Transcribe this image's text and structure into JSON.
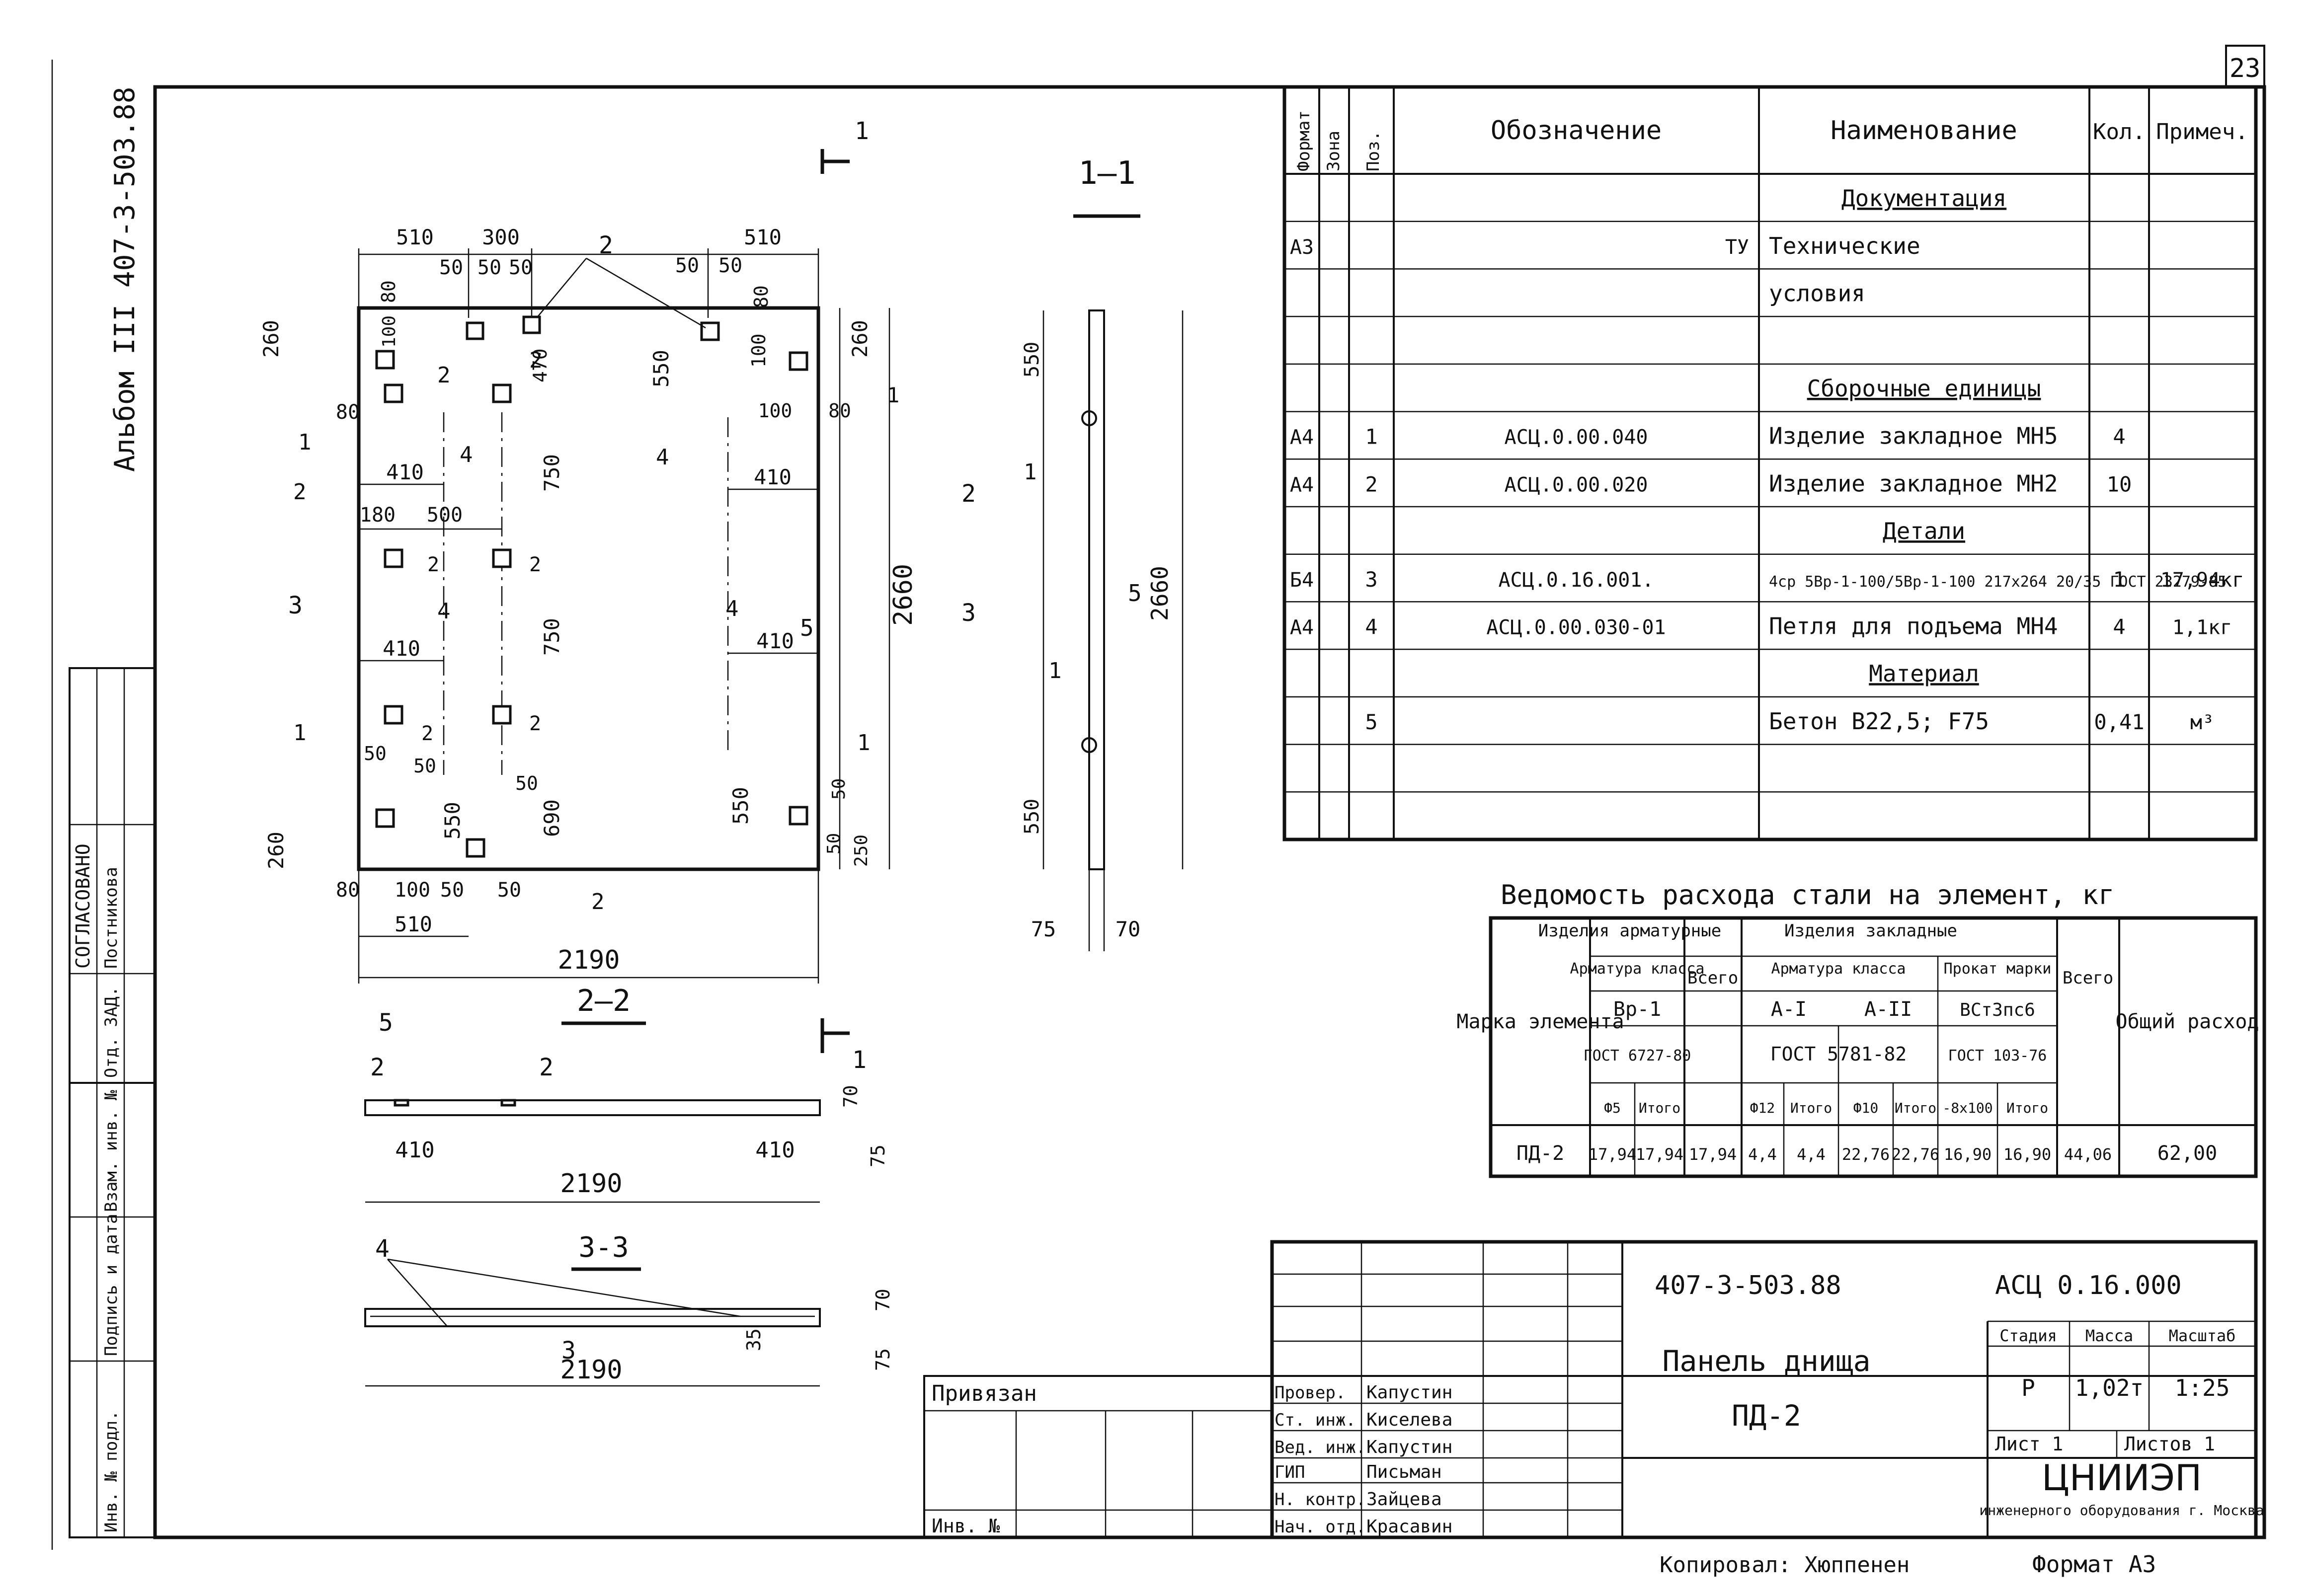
{
  "sheet_number": "23",
  "album_label": "Альбом III 407-3-503.88",
  "left_strip": {
    "agreed": "СОГЛАСОВАНО",
    "postnikova": "Постникова",
    "dept": "Отд. ЗАД.",
    "inv_orig": "Инв. № подл.",
    "sign_date": "Подпись и дата",
    "vzam": "Взам. инв. №"
  },
  "spec_table": {
    "headers": [
      "Формат",
      "Зона",
      "Поз.",
      "Обозначение",
      "Наименование",
      "Кол.",
      "Примеч."
    ],
    "rows": [
      {
        "format": "",
        "pos": "",
        "designation": "",
        "name": "Документация",
        "qty": "",
        "note": "",
        "section": true
      },
      {
        "format": "А3",
        "pos": "",
        "designation": "ТУ",
        "name": "Технические",
        "qty": "",
        "note": ""
      },
      {
        "format": "",
        "pos": "",
        "designation": "",
        "name": "условия",
        "qty": "",
        "note": ""
      },
      {
        "format": "",
        "pos": "",
        "designation": "",
        "name": "",
        "qty": "",
        "note": ""
      },
      {
        "format": "",
        "pos": "",
        "designation": "",
        "name": "Сборочные единицы",
        "qty": "",
        "note": "",
        "section": true
      },
      {
        "format": "А4",
        "pos": "1",
        "designation": "АСЦ.0.00.040",
        "name": "Изделие закладное МН5",
        "qty": "4",
        "note": ""
      },
      {
        "format": "А4",
        "pos": "2",
        "designation": "АСЦ.0.00.020",
        "name": "Изделие закладное МН2",
        "qty": "10",
        "note": ""
      },
      {
        "format": "",
        "pos": "",
        "designation": "",
        "name": "Детали",
        "qty": "",
        "note": "",
        "section": true
      },
      {
        "format": "Б4",
        "pos": "3",
        "designation": "АСЦ.0.16.001.",
        "name": "4ср 5Вр-1-100/5Вр-1-100 217x264 20/35 ГОСТ 23279-85",
        "qty": "1",
        "note": "17,94кг"
      },
      {
        "format": "А4",
        "pos": "4",
        "designation": "АСЦ.0.00.030-01",
        "name": "Петля для подъема МН4",
        "qty": "4",
        "note": "1,1кг"
      },
      {
        "format": "",
        "pos": "",
        "designation": "",
        "name": "Материал",
        "qty": "",
        "note": "",
        "section": true
      },
      {
        "format": "",
        "pos": "5",
        "designation": "",
        "name": "Бетон В22,5; F75",
        "qty": "0,41",
        "note": "м³"
      },
      {
        "format": "",
        "pos": "",
        "designation": "",
        "name": "",
        "qty": "",
        "note": ""
      },
      {
        "format": "",
        "pos": "",
        "designation": "",
        "name": "",
        "qty": "",
        "note": ""
      }
    ]
  },
  "steel_table": {
    "title": "Ведомость расхода стали на элемент, кг",
    "mark_header": "Марка элемента",
    "group1": "Изделия арматурные",
    "group2": "Изделия закладные",
    "arm_class": "Арматура класса",
    "arm_class2": "Арматура класса",
    "prokat": "Прокат марки",
    "vsego": "Всего",
    "vsego2": "Всего",
    "total_header": "Общий расход",
    "vr1": "Вр-1",
    "a1": "А-I",
    "a2": "А-II",
    "vst": "ВСт3пс6",
    "gost1": "ГОСТ 6727-80",
    "gost2": "ГОСТ 5781-82",
    "gost3": "ГОСТ 103-76",
    "sub": [
      "Ф5",
      "Итого",
      "Ф12",
      "Итого",
      "Ф10",
      "Итого",
      "-8x100",
      "Итого"
    ],
    "row": {
      "mark": "ПД-2",
      "values": [
        "17,94",
        "17,94",
        "17,94",
        "4,4",
        "4,4",
        "22,76",
        "22,76",
        "16,90",
        "16,90",
        "44,06",
        "62,00"
      ]
    }
  },
  "title_block": {
    "doc_code": "407-3-503.88",
    "asc_code": "АСЦ 0.16.000",
    "title_line1": "Панель днища",
    "title_line2": "ПД-2",
    "stage_h": "Стадия",
    "mass_h": "Масса",
    "scale_h": "Масштаб",
    "stage": "Р",
    "mass": "1,02т",
    "scale": "1:25",
    "sheet_lbl": "Лист 1",
    "sheets_lbl": "Листов 1",
    "org": "ЦНИИЭП",
    "org_sub": "инженерного оборудования г. Москва",
    "privyazan": "Привязан",
    "inv_no": "Инв. №",
    "roles": [
      "Провер.",
      "Ст. инж.",
      "Вед. инж.",
      "ГИП",
      "Н. контр.",
      "Нач. отд."
    ],
    "names": [
      "Капустин",
      "Киселева",
      "Капустин",
      "Письман",
      "Зайцева",
      "Красавин"
    ],
    "copied": "Копировал: Хюппенен",
    "format": "Формат А3"
  },
  "views": {
    "section_1_1": "1—1",
    "section_2_2": "2—2",
    "section_3_3": "3-3",
    "cut1": "1",
    "cut2": "2",
    "cut3": "3"
  },
  "dims": {
    "d510a": "510",
    "d300": "300",
    "d510b": "510",
    "d50": "50",
    "d80": "80",
    "d100": "100",
    "d260": "260",
    "d470": "470",
    "d550": "550",
    "d750": "750",
    "d410": "410",
    "d180": "180",
    "d500": "500",
    "d2660": "2660",
    "d690": "690",
    "d250": "250",
    "d2190": "2190",
    "d70": "70",
    "d75": "75",
    "d35": "35"
  }
}
